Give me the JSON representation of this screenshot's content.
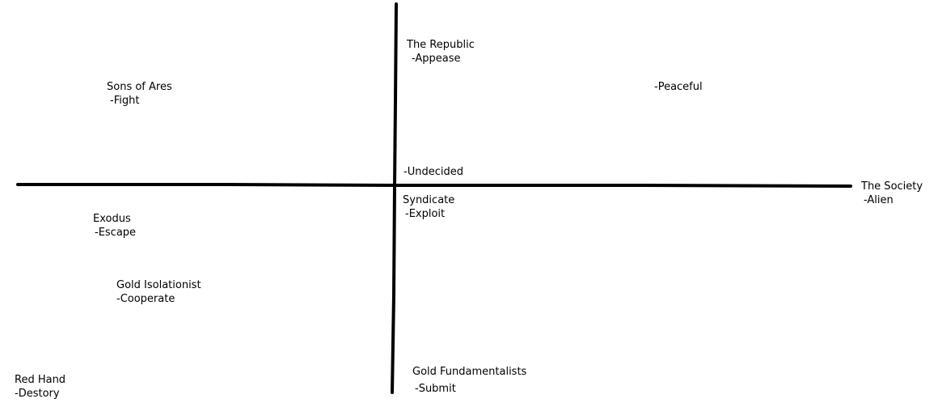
{
  "labels": {
    "republic": {
      "name": "The Republic",
      "stance": "-Appease"
    },
    "sons_of_ares": {
      "name": "Sons of Ares",
      "stance": "-Fight"
    },
    "peaceful": {
      "stance": "-Peaceful"
    },
    "undecided": {
      "stance": "-Undecided"
    },
    "society": {
      "name": "The Society",
      "stance": "-Alien"
    },
    "syndicate": {
      "name": "Syndicate",
      "stance": "-Exploit"
    },
    "exodus": {
      "name": "Exodus",
      "stance": "-Escape"
    },
    "gold_isolationist": {
      "name": "Gold Isolationist",
      "stance": "-Cooperate"
    },
    "red_hand": {
      "name": "Red Hand",
      "stance": "-Destory"
    },
    "gold_fundamentalists": {
      "name": "Gold Fundamentalists",
      "stance": "-Submit"
    }
  },
  "colors": {
    "ink": "#000000",
    "background": "#ffffff"
  }
}
